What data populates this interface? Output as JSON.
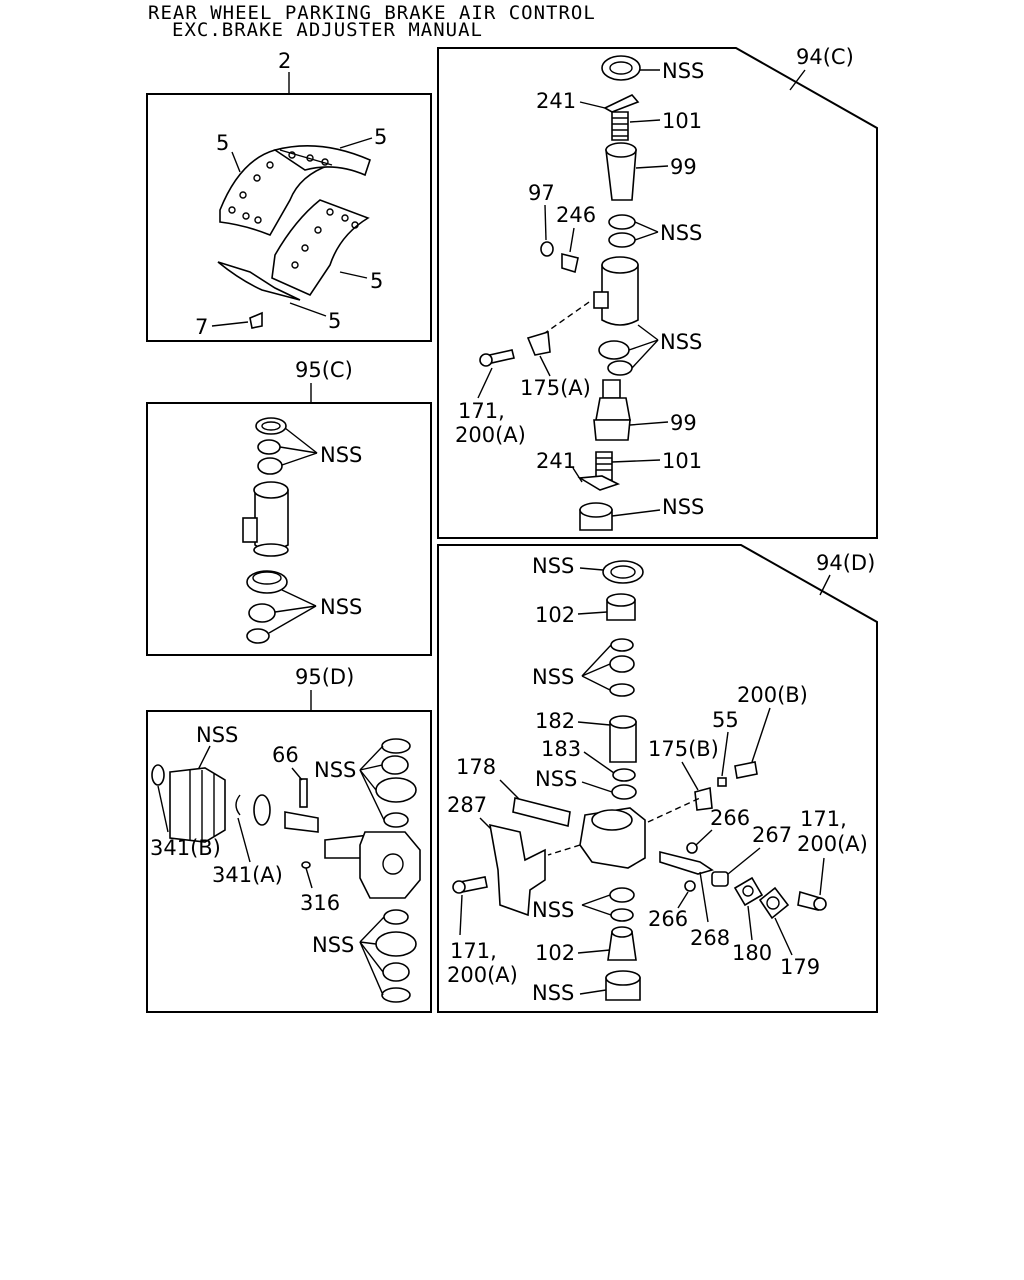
{
  "header": {
    "title_line1": "REAR WHEEL PARKING BRAKE AIR CONTROL",
    "title_line2": "EXC.BRAKE ADJUSTER MANUAL"
  },
  "panels": {
    "brake_shoes": {
      "ref": "2",
      "labels": {
        "lining_tl": "5",
        "lining_tr": "5",
        "lining_br": "5",
        "lining_b": "5",
        "rivet": "7"
      }
    },
    "p95c": {
      "ref": "95(C)",
      "nss_top": "NSS",
      "nss_bottom": "NSS"
    },
    "p95d": {
      "ref": "95(D)",
      "nss_boot": "NSS",
      "pin": "66",
      "nss_right_top": "NSS",
      "snap_b": "341(B)",
      "snap_a": "341(A)",
      "clip": "316",
      "nss_right_bottom": "NSS"
    },
    "p94c": {
      "ref": "94(C)",
      "nss1": "NSS",
      "c241a": "241",
      "c101a": "101",
      "c99a": "99",
      "c97": "97",
      "c246": "246",
      "nss2": "NSS",
      "nss3": "NSS",
      "c175a": "175(A)",
      "c171": "171,",
      "c200a": "200(A)",
      "c99b": "99",
      "c241b": "241",
      "c101b": "101",
      "nss4": "NSS"
    },
    "p94d": {
      "ref": "94(D)",
      "nss1": "NSS",
      "c102a": "102",
      "nss2": "NSS",
      "c182": "182",
      "c183": "183",
      "c55": "55",
      "c200b": "200(B)",
      "c175b": "175(B)",
      "c178": "178",
      "nss3": "NSS",
      "c287": "287",
      "c266a": "266",
      "c267": "267",
      "c171r": "171,",
      "c200ar": "200(A)",
      "nss4": "NSS",
      "c266b": "266",
      "c268": "268",
      "c180": "180",
      "c179": "179",
      "c171l": "171,",
      "c200al": "200(A)",
      "c102b": "102",
      "nss5": "NSS"
    }
  }
}
